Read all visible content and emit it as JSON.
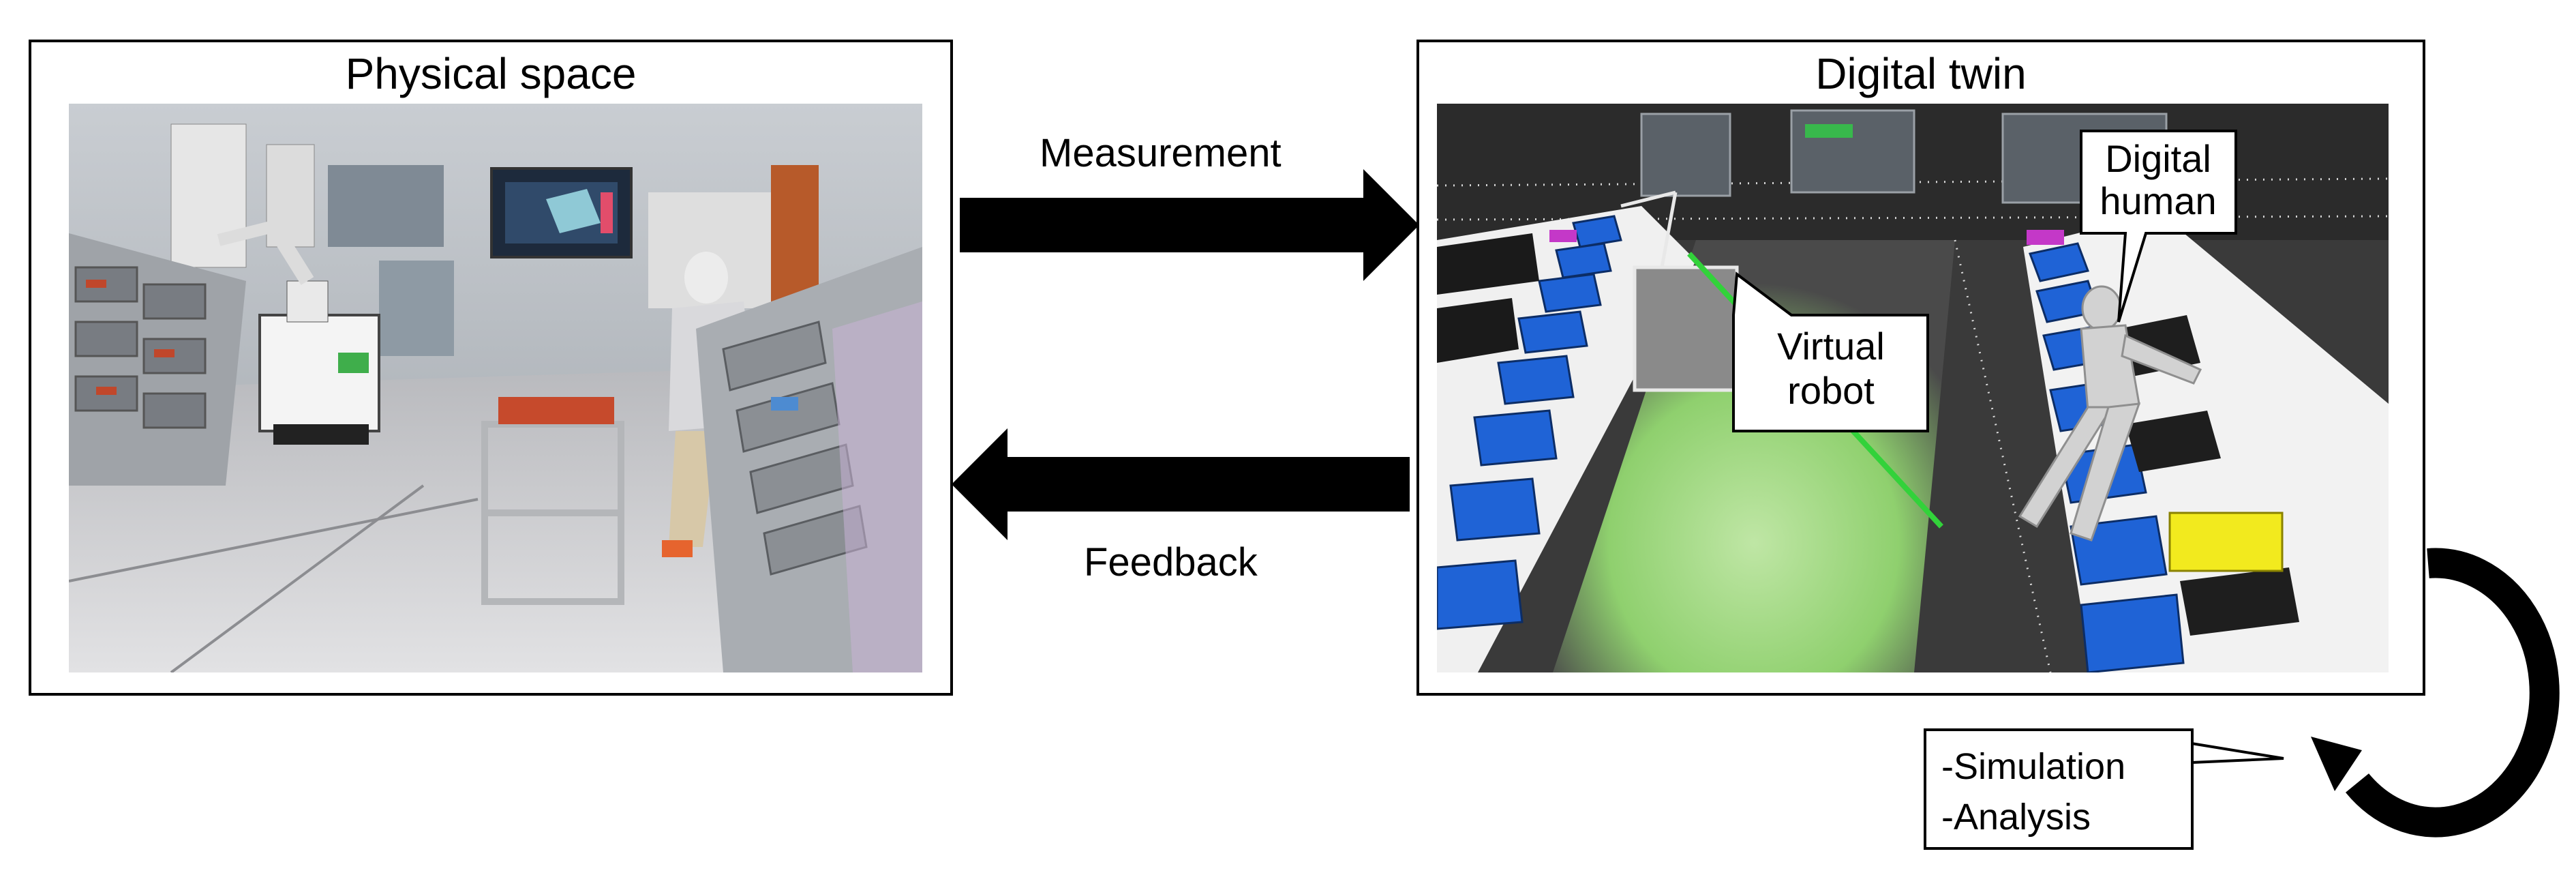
{
  "physical": {
    "title": "Physical space"
  },
  "digital": {
    "title": "Digital twin",
    "callouts": {
      "digital_human": [
        "Digital",
        "human"
      ],
      "virtual_robot": [
        "Virtual",
        "robot"
      ]
    }
  },
  "arrows": {
    "measurement": "Measurement",
    "feedback": "Feedback"
  },
  "loop_note": [
    "-Simulation",
    "-Analysis"
  ],
  "colors": {
    "arrow": "#000000",
    "conveyor_blue": "#1f63d6",
    "floor_green": "#a8dc8a",
    "highlight_yellow": "#f2ea1e",
    "magenta": "#c438c8"
  }
}
